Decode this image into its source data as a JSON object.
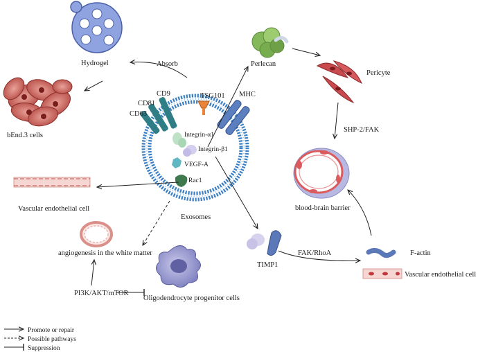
{
  "labels": {
    "hydrogel": "Hydrogel",
    "absorb": "Absorb",
    "bend3": "bEnd.3 cells",
    "cd9": "CD9",
    "cd81": "CD81",
    "cd63": "CD63",
    "tsg101": "TSG101",
    "mhc": "MHC",
    "integrin_a1": "Integrin-α1",
    "integrin_b1": "Integrin-β1",
    "vegfa": "VEGF-A",
    "rac1": "Rac1",
    "exosomes": "Exosomes",
    "perlecan": "Perlecan",
    "pericyte": "Pericyte",
    "shp2fak": "SHP-2/FAK",
    "bbb": "blood-brain barrier",
    "vec_left": "Vascular endothelial cell",
    "angio": "angiogenesis in the white matter",
    "pi3k": "PI3K/AKT/mTOR",
    "opc": "Oligodendrocyte progenitor cells",
    "timp1": "TIMP1",
    "fakrhoa": "FAK/RhoA",
    "factin": "F-actin",
    "vec_right": "Vascular endothelial cell"
  },
  "legend": {
    "promote": "Promote or repair",
    "possible": "Possible pathways",
    "suppression": "Suppression"
  },
  "colors": {
    "membrane": "#3b7fc4",
    "tetraspanin": "#2f7d85",
    "tsg101": "#e9853a",
    "mhc": "#5b7fbf",
    "hydrogel": "#8fa3e0",
    "cell_red": "#c9554f",
    "pericyte": "#c84a4f",
    "perlecan": "#84b85a",
    "timp1": "#5b78b8",
    "opc": "#9b9cd2"
  }
}
